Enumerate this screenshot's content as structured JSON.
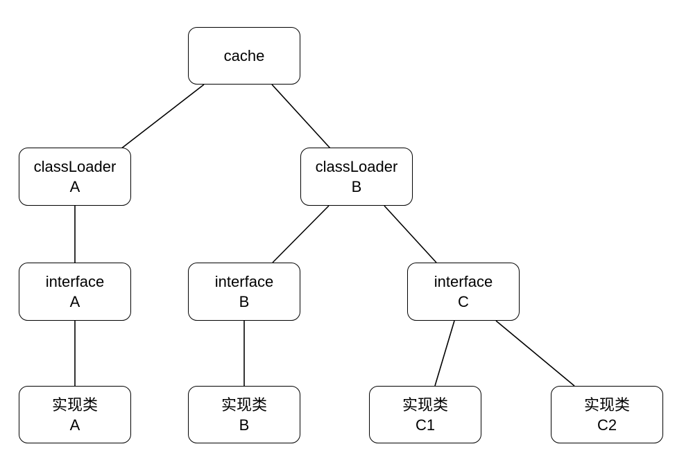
{
  "diagram": {
    "colors": {
      "stroke": "#000000",
      "fill": "#ffffff",
      "text": "#000000"
    },
    "nodes": {
      "cache": {
        "line1": "cache",
        "line2": ""
      },
      "classloader_a": {
        "line1": "classLoader",
        "line2": "A"
      },
      "classloader_b": {
        "line1": "classLoader",
        "line2": "B"
      },
      "interface_a": {
        "line1": "interface",
        "line2": "A"
      },
      "interface_b": {
        "line1": "interface",
        "line2": "B"
      },
      "interface_c": {
        "line1": "interface",
        "line2": "C"
      },
      "impl_a": {
        "line1": "实现类",
        "line2": "A"
      },
      "impl_b": {
        "line1": "实现类",
        "line2": "B"
      },
      "impl_c1": {
        "line1": "实现类",
        "line2": "C1"
      },
      "impl_c2": {
        "line1": "实现类",
        "line2": "C2"
      }
    },
    "edges": [
      {
        "from": "cache",
        "to": "classloader_a"
      },
      {
        "from": "cache",
        "to": "classloader_b"
      },
      {
        "from": "classloader_a",
        "to": "interface_a"
      },
      {
        "from": "interface_a",
        "to": "impl_a"
      },
      {
        "from": "classloader_b",
        "to": "interface_b"
      },
      {
        "from": "classloader_b",
        "to": "interface_c"
      },
      {
        "from": "interface_b",
        "to": "impl_b"
      },
      {
        "from": "interface_c",
        "to": "impl_c1"
      },
      {
        "from": "interface_c",
        "to": "impl_c2"
      }
    ]
  }
}
